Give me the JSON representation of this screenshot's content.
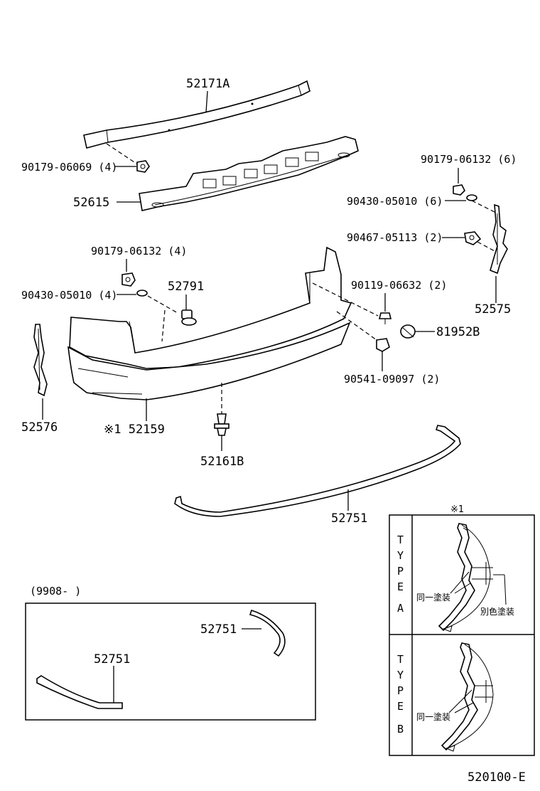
{
  "parts": {
    "reinforcement": "52171A",
    "retainer": "52615",
    "nut_90179_06069": "90179-06069 (4)",
    "nut_90179_06132_6": "90179-06132 (6)",
    "washer_90430_05010_6": "90430-05010 (6)",
    "clip_90467_05113": "90467-05113 (2)",
    "side_retainer_right": "52575",
    "nut_90179_06132_4": "90179-06132 (4)",
    "washer_90430_05010_4": "90430-05010 (4)",
    "stopper_52791": "52791",
    "bolt_90119_06632": "90119-06632 (2)",
    "cap_81952B": "81952B",
    "bumper_cover": "※1 52159",
    "side_retainer_left": "52576",
    "clip_90541_09097": "90541-09097 (2)",
    "clip_52161B": "52161B",
    "molding_main": "52751"
  },
  "inset_period": {
    "range": "(9908-       )",
    "molding_upper": "52751",
    "molding_lower": "52751"
  },
  "type_panel": {
    "note": "※1",
    "type_a_letters": [
      "T",
      "Y",
      "P",
      "E",
      "A"
    ],
    "type_b_letters": [
      "T",
      "Y",
      "P",
      "E",
      "B"
    ],
    "same_paint_a": "同一塗装",
    "other_paint_a": "別色塗装",
    "same_paint_b": "同一塗装"
  },
  "diagram_code": "520100-E"
}
